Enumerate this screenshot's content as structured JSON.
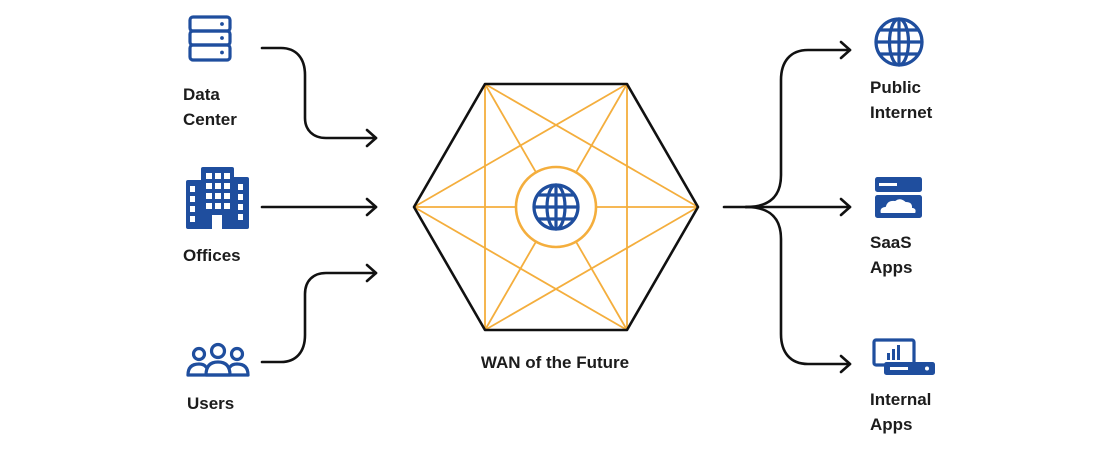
{
  "diagram": {
    "center_label": "WAN of the Future",
    "sources": [
      {
        "label_lines": [
          "Data",
          "Center"
        ],
        "icon": "server-stack-icon"
      },
      {
        "label_lines": [
          "Offices"
        ],
        "icon": "office-building-icon"
      },
      {
        "label_lines": [
          "Users"
        ],
        "icon": "users-group-icon"
      }
    ],
    "destinations": [
      {
        "label_lines": [
          "Public",
          "Internet"
        ],
        "icon": "globe-icon"
      },
      {
        "label_lines": [
          "SaaS",
          "Apps"
        ],
        "icon": "saas-cloud-icon"
      },
      {
        "label_lines": [
          "Internal",
          "Apps"
        ],
        "icon": "internal-apps-icon"
      }
    ],
    "colors": {
      "icon_blue": "#1f4e9e",
      "mesh_orange": "#f4ae3d",
      "outline": "#111111",
      "text": "#1c1c1c"
    }
  }
}
